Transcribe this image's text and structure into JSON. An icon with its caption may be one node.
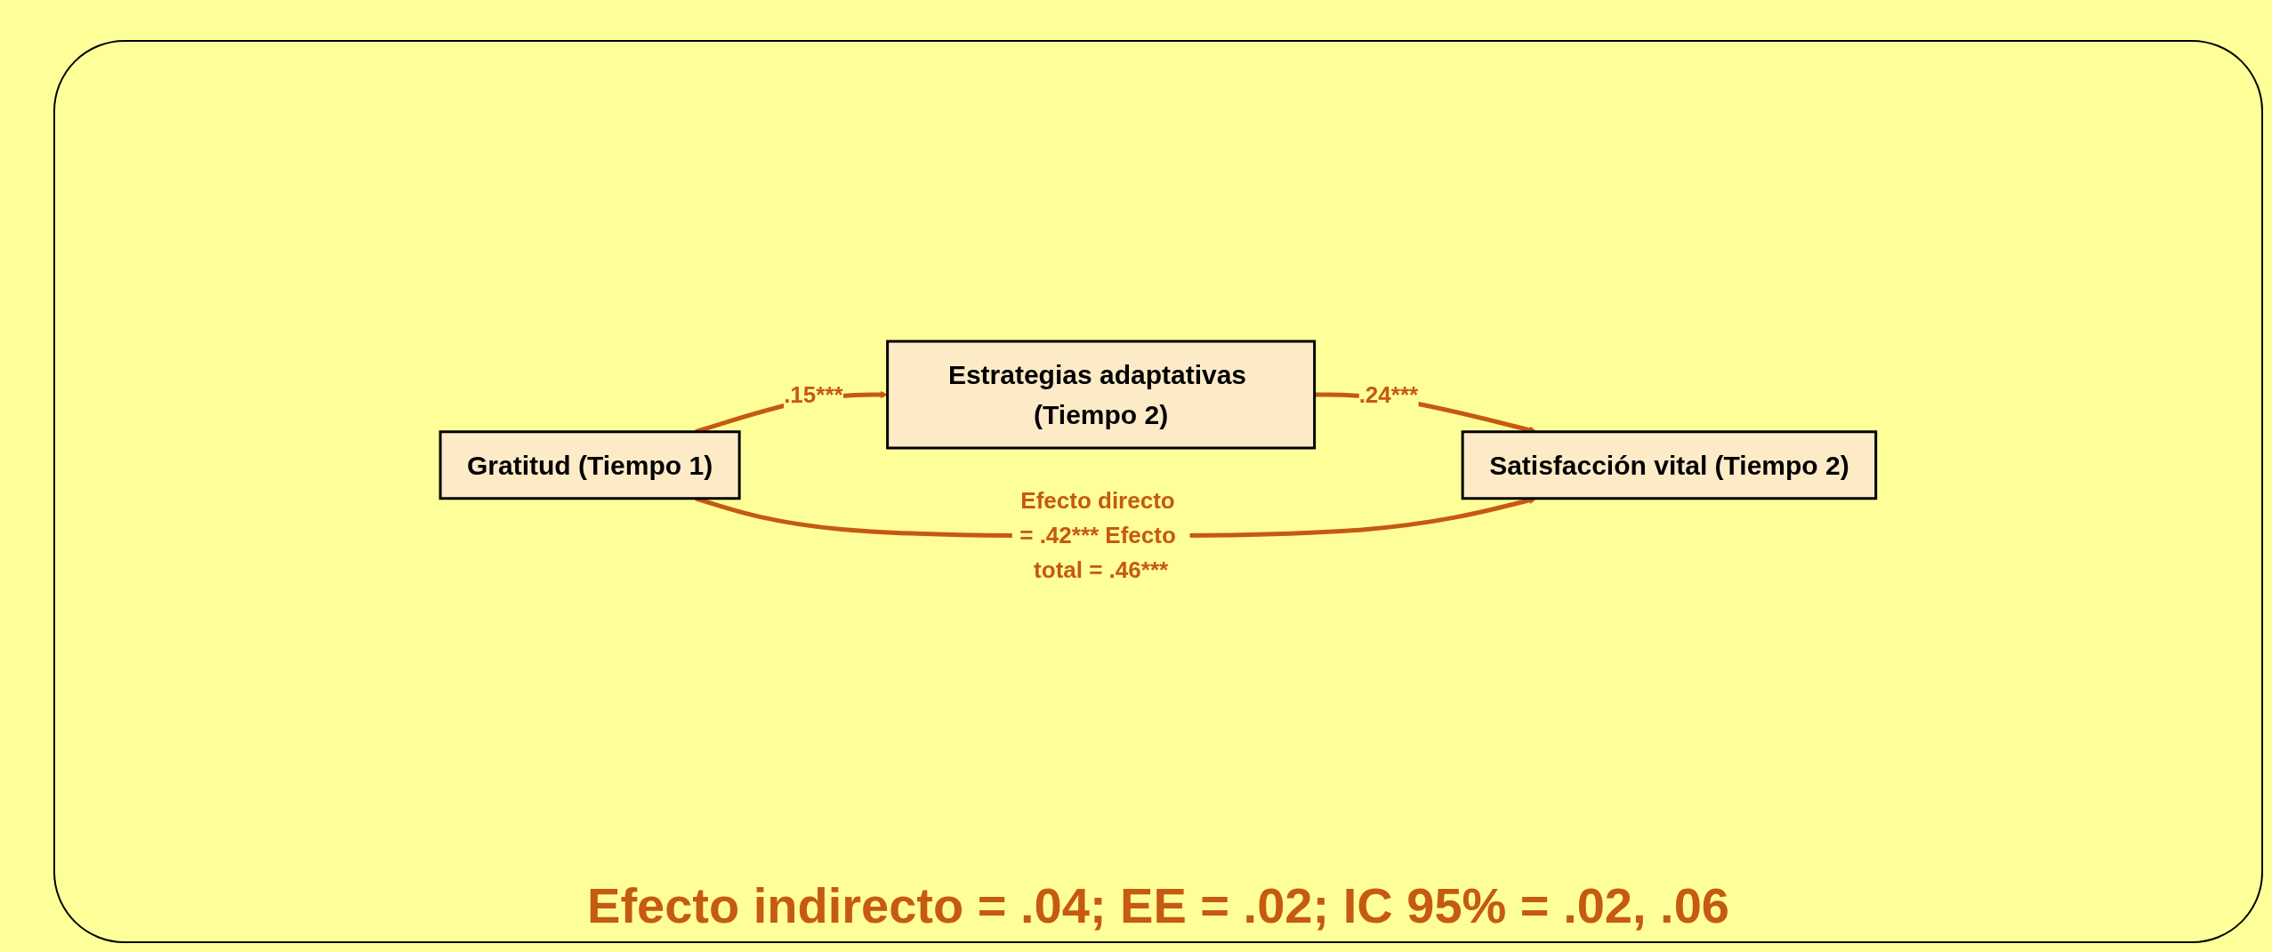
{
  "diagram": {
    "nodes": [
      {
        "text": [
          "Estrategias adaptativas (Tiempo 2)"
        ]
      },
      {
        "text": [
          "Gratitud (Tiempo 1)"
        ]
      },
      {
        "text": [
          "Satisfacción vital (Tiempo 2)"
        ]
      }
    ],
    "edges": [
      {
        "from": 1,
        "to": 0,
        "arrow": "to",
        "label": ".15***"
      },
      {
        "from": 0,
        "to": 2,
        "arrow": "to",
        "label": ".24***"
      },
      {
        "from": 1,
        "to": 2,
        "arrow": "to",
        "label": "Efecto directo = .42*** Efecto total = .46***"
      }
    ],
    "labels": [
      "Efecto indirecto = .04; EE = .02; IC 95% = .02, .06"
    ]
  }
}
